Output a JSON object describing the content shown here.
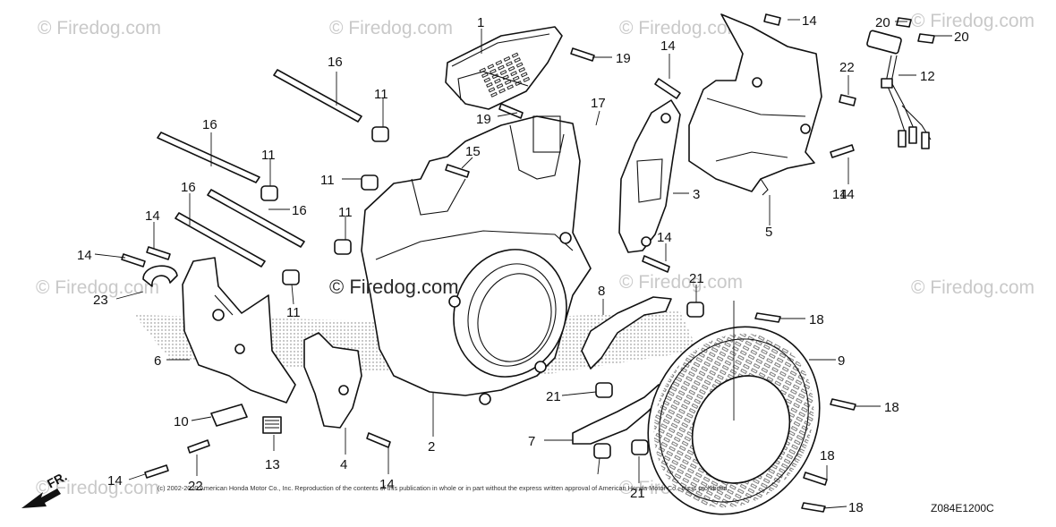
{
  "watermarks": [
    "© Firedog.com",
    "© Firedog.com",
    "© Firedog.com",
    "© Firedog.com",
    "© Firedog.com",
    "© Firedog.com",
    "© Firedog.com",
    "© Firedog.com",
    "© Firedog.com"
  ],
  "center_watermark": "© Firedog.com",
  "callouts": [
    "1",
    "19",
    "19",
    "17",
    "15",
    "14",
    "14",
    "20",
    "20",
    "12",
    "22",
    "14",
    "16",
    "11",
    "16",
    "11",
    "11",
    "16",
    "16",
    "11",
    "14",
    "14",
    "14",
    "23",
    "11",
    "6",
    "3",
    "14",
    "5",
    "21",
    "8",
    "18",
    "9",
    "21",
    "18",
    "10",
    "13",
    "22",
    "14",
    "14",
    "4",
    "2",
    "7",
    "21",
    "18",
    "18"
  ],
  "copyright": "(c) 2002-2020 American Honda Motor Co., Inc. Reproduction of the contents of this publication in whole or in part without the express written approval of American Honda Motor Co., Inc is prohibited.",
  "diagram_code": "Z084E1200C",
  "front_indicator": "FR."
}
